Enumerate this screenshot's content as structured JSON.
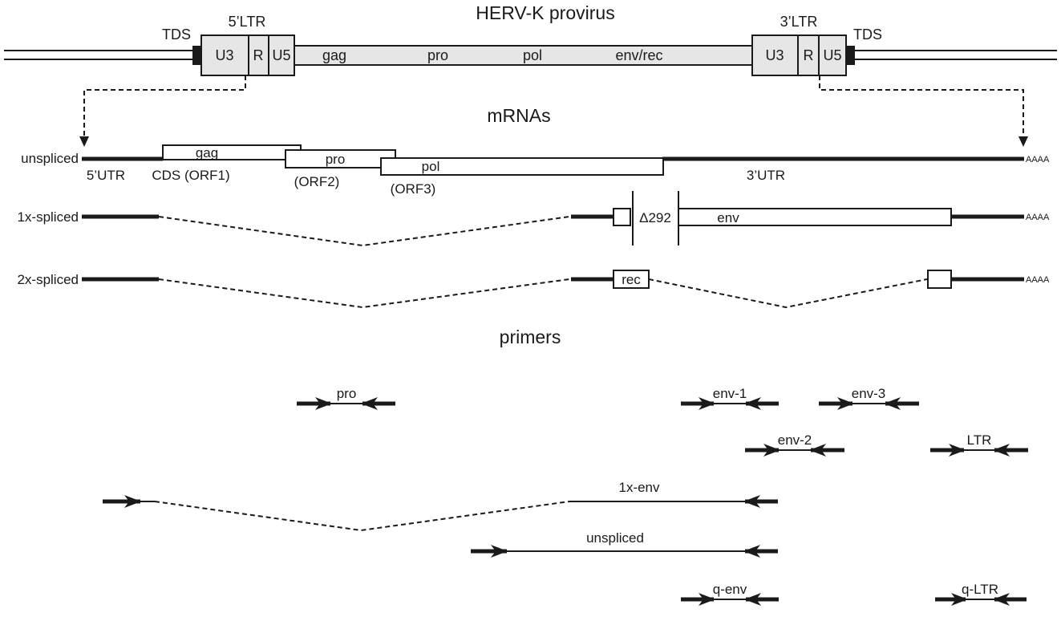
{
  "diagram": {
    "provirus": {
      "title": "HERV-K provirus",
      "ltr5_label": "5’LTR",
      "ltr3_label": "3’LTR",
      "tds": "TDS",
      "u3": "U3",
      "r": "R",
      "u5": "U5",
      "genes": [
        "gag",
        "pro",
        "pol",
        "env/rec"
      ]
    },
    "mrnas": {
      "title": "mRNAs",
      "polya": "AAAA",
      "unspliced": {
        "label": "unspliced",
        "utr5": "5’UTR",
        "utr3": "3’UTR",
        "gag": "gag",
        "gag_sub": "CDS (ORF1)",
        "pro": "pro",
        "pro_sub": "(ORF2)",
        "pol": "pol",
        "pol_sub": "(ORF3)"
      },
      "spliced1": {
        "label": "1x-spliced",
        "delta": "Δ292",
        "env": "env"
      },
      "spliced2": {
        "label": "2x-spliced",
        "rec": "rec"
      }
    },
    "primers": {
      "title": "primers",
      "pro": "pro",
      "env1": "env-1",
      "env2": "env-2",
      "env3": "env-3",
      "ltr": "LTR",
      "env1x": "1x-env",
      "unspliced": "unspliced",
      "qenv": "q-env",
      "qltr": "q-LTR"
    }
  }
}
